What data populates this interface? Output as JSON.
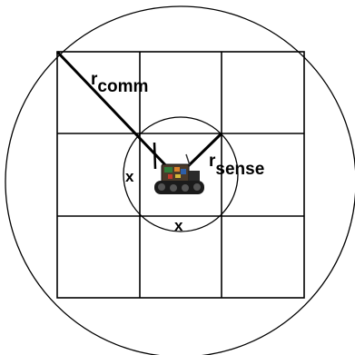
{
  "labels": {
    "r_comm_main": "r",
    "r_comm_sub": "comm",
    "r_sense_main": "r",
    "r_sense_sub": "sense",
    "x_left": "x",
    "x_bottom": "x"
  },
  "grid": {
    "rows": 3,
    "cols": 3
  },
  "robot": {
    "icon": "tracked-robot-icon"
  },
  "colors": {
    "stroke": "#000000",
    "background": "#ffffff"
  }
}
